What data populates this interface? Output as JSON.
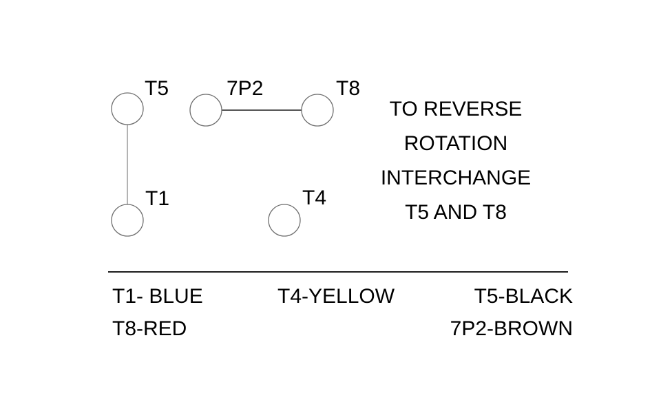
{
  "diagram": {
    "terminals": [
      {
        "label": "T5"
      },
      {
        "label": "7P2"
      },
      {
        "label": "T8"
      },
      {
        "label": "T1"
      },
      {
        "label": "T4"
      }
    ],
    "connections": [
      {
        "from": "T5",
        "to": "T1"
      },
      {
        "from": "7P2",
        "to": "T8"
      }
    ]
  },
  "note": {
    "lines": [
      "TO REVERSE",
      "ROTATION",
      "INTERCHANGE",
      "T5 AND T8"
    ]
  },
  "legend": {
    "entries": [
      {
        "terminal": "T1",
        "wire_color": "BLUE",
        "text": "T1- BLUE"
      },
      {
        "terminal": "T8",
        "wire_color": "RED",
        "text": "T8-RED"
      },
      {
        "terminal": "T4",
        "wire_color": "YELLOW",
        "text": "T4-YELLOW"
      },
      {
        "terminal": "T5",
        "wire_color": "BLACK",
        "text": "T5-BLACK"
      },
      {
        "terminal": "7P2",
        "wire_color": "BROWN",
        "text": "7P2-BROWN"
      }
    ]
  },
  "colors": {
    "background": "#ffffff",
    "text": "#000000",
    "circle_stroke": "#6f6f6f",
    "wire_line": "#1c1c1c",
    "divider_line": "#1c1c1c"
  }
}
